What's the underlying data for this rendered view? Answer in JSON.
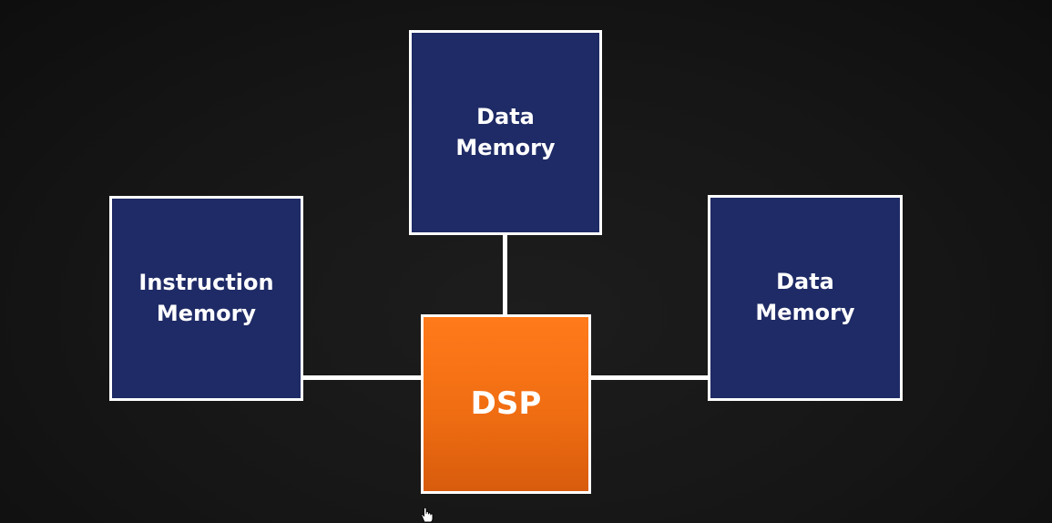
{
  "diagram": {
    "blocks": {
      "top_memory": {
        "lines": [
          "Data",
          "Memory"
        ]
      },
      "left_memory": {
        "lines": [
          "Instruction",
          "Memory"
        ]
      },
      "right_memory": {
        "lines": [
          "Data",
          "Memory"
        ]
      },
      "processor": {
        "label": "DSP"
      }
    },
    "colors": {
      "memory_fill": "#1f2b66",
      "processor_fill": "#f36f14",
      "border": "#ffffff",
      "background": "#141414"
    },
    "cursor_icon": "hand-pointer-icon"
  }
}
